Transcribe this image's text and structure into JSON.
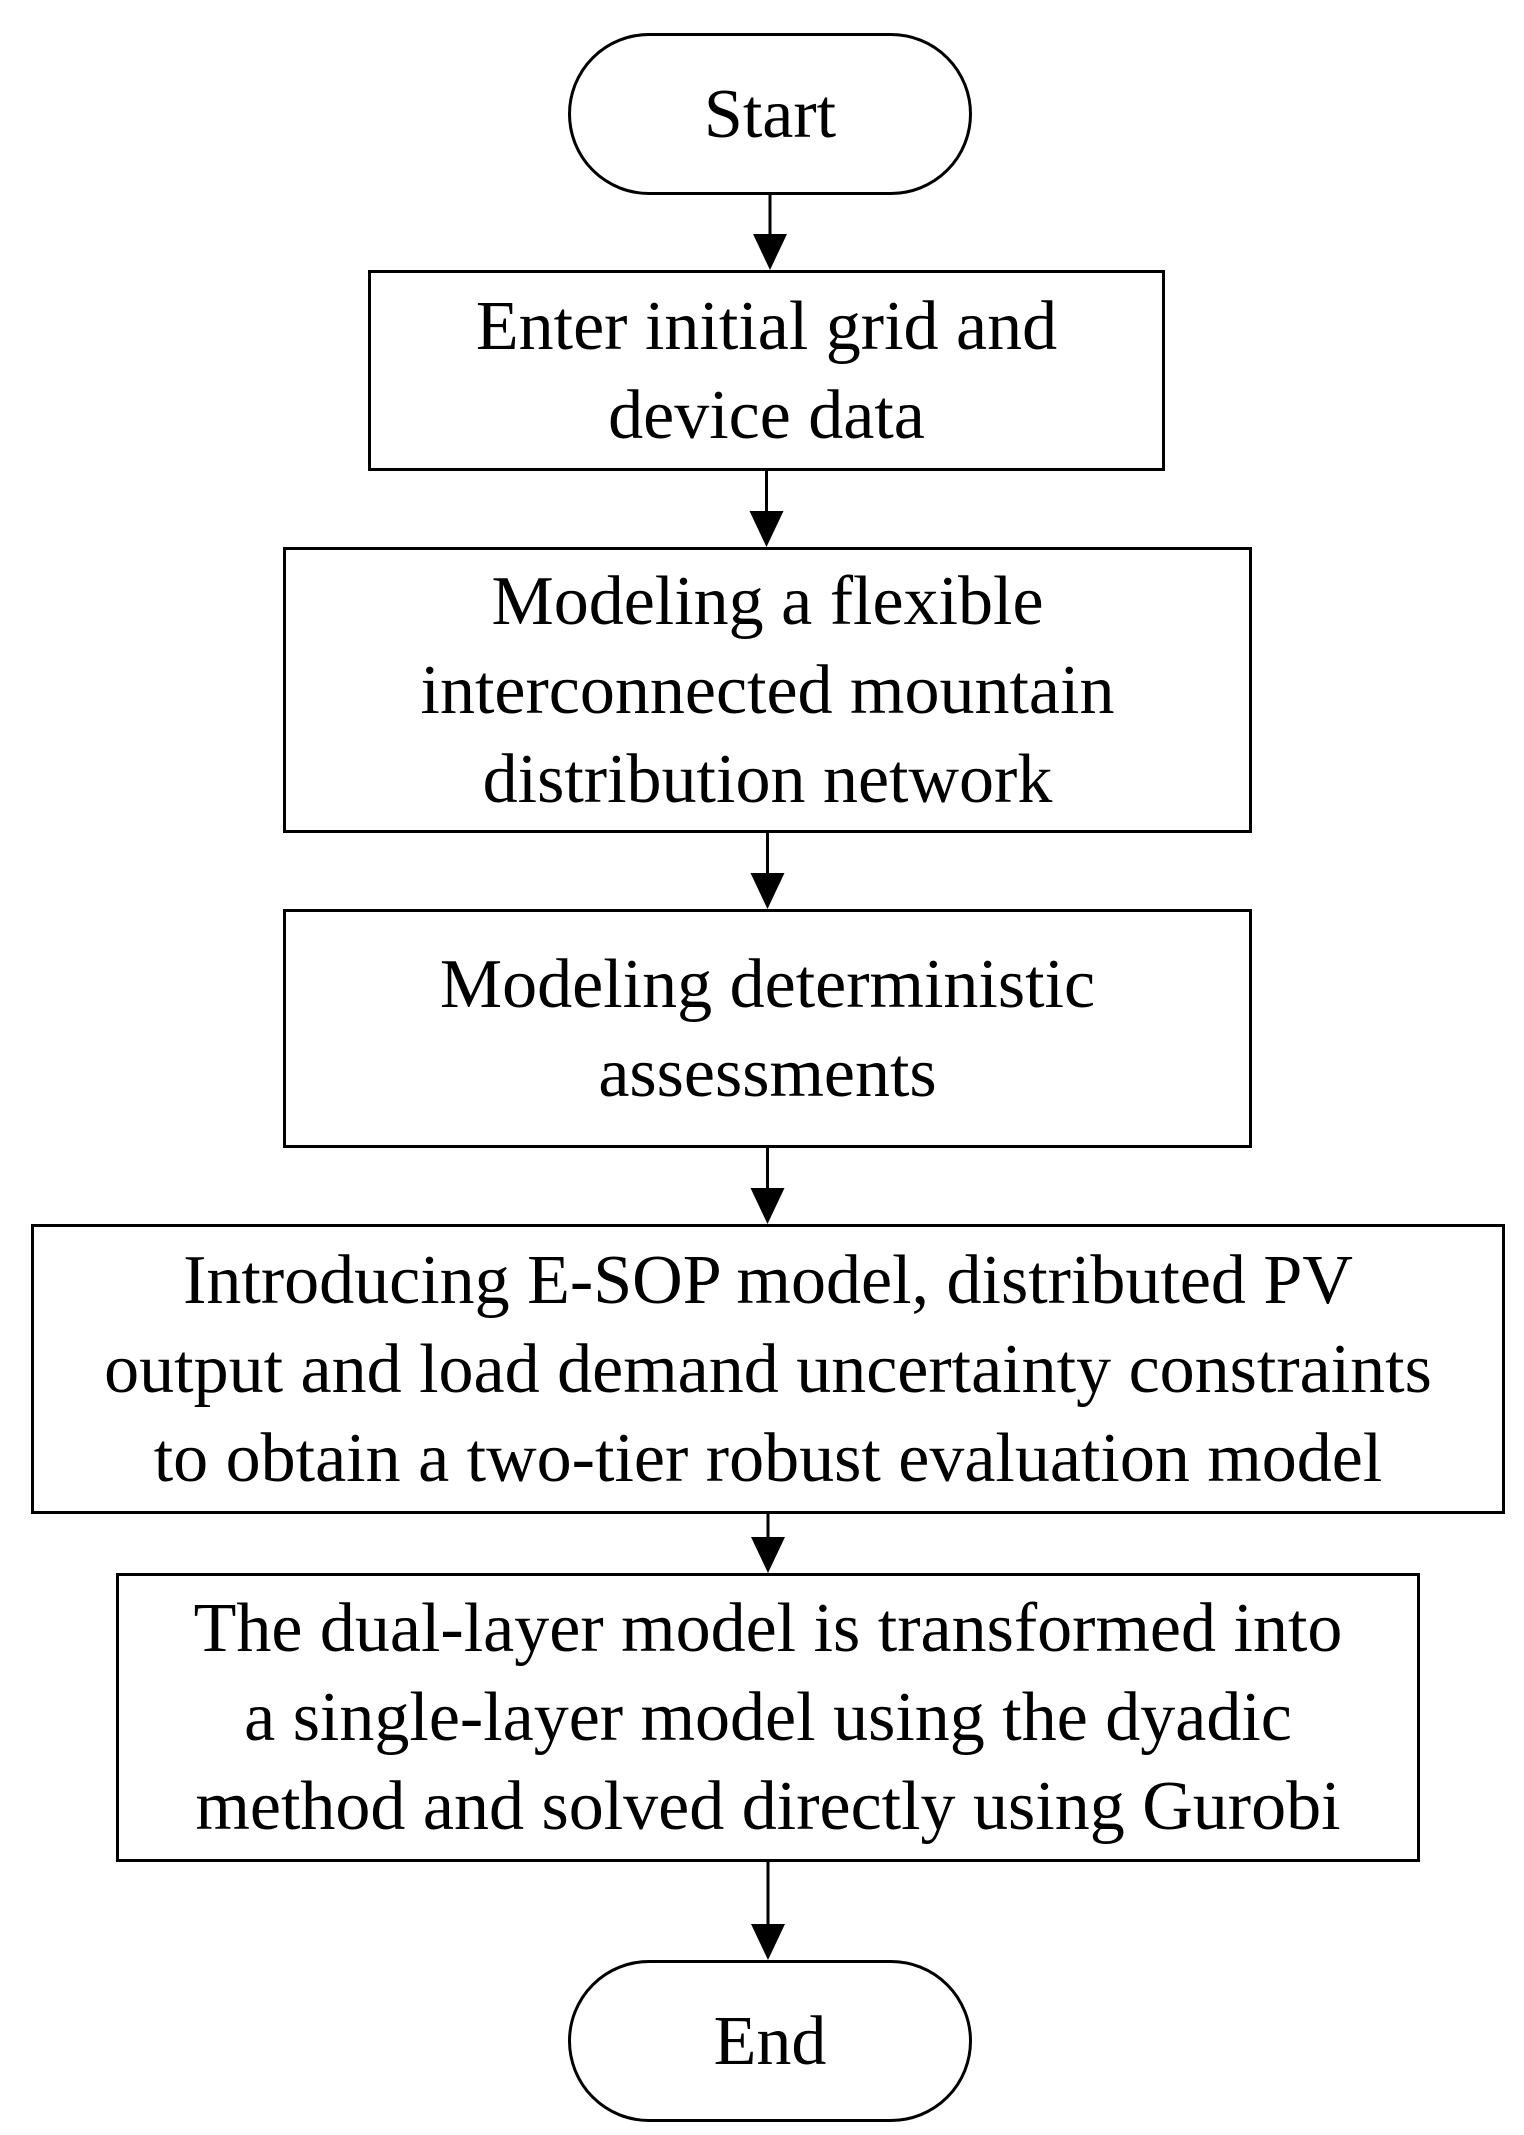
{
  "diagram": {
    "type": "flowchart",
    "nodes": [
      {
        "id": "start",
        "shape": "terminal",
        "lines": [
          "Start"
        ]
      },
      {
        "id": "input",
        "shape": "process",
        "lines": [
          "Enter initial grid and",
          "device data"
        ]
      },
      {
        "id": "network-model",
        "shape": "process",
        "lines": [
          "Modeling a flexible",
          "interconnected mountain",
          "distribution network"
        ]
      },
      {
        "id": "deterministic",
        "shape": "process",
        "lines": [
          "Modeling deterministic",
          "assessments"
        ]
      },
      {
        "id": "robust-model",
        "shape": "process",
        "lines": [
          "Introducing E-SOP model, distributed PV",
          "output and load demand uncertainty constraints",
          "to obtain a two-tier robust evaluation model"
        ]
      },
      {
        "id": "solve",
        "shape": "process",
        "lines": [
          "The dual-layer model is transformed into",
          "a single-layer model using the dyadic",
          "method and solved directly using Gurobi"
        ]
      },
      {
        "id": "end",
        "shape": "terminal",
        "lines": [
          "End"
        ]
      }
    ],
    "edges": [
      {
        "from": "start",
        "to": "input"
      },
      {
        "from": "input",
        "to": "network-model"
      },
      {
        "from": "network-model",
        "to": "deterministic"
      },
      {
        "from": "deterministic",
        "to": "robust-model"
      },
      {
        "from": "robust-model",
        "to": "solve"
      },
      {
        "from": "solve",
        "to": "end"
      }
    ]
  }
}
